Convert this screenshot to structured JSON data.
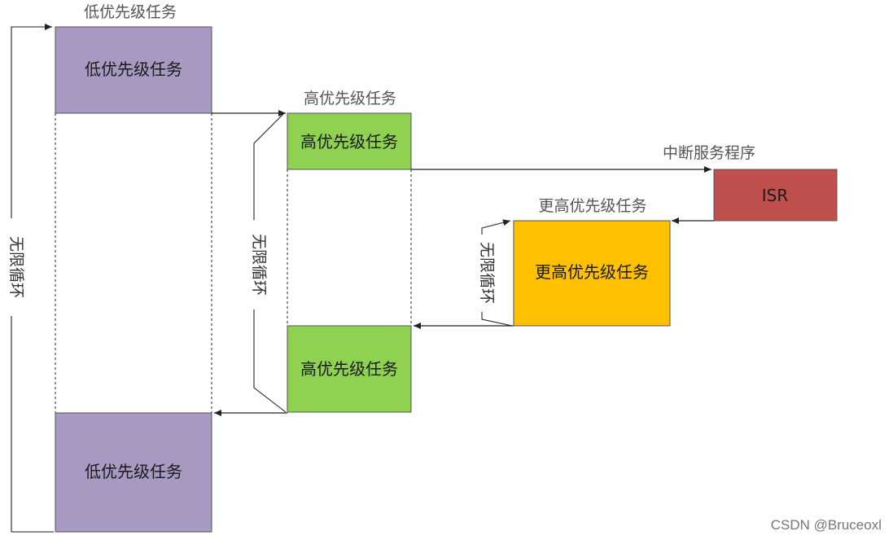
{
  "labels": {
    "low_task_top_caption": "低优先级任务",
    "low_task_top_box": "低优先级任务",
    "high_task_caption": "高优先级任务",
    "high_task_top_box": "高优先级任务",
    "isr_caption": "中断服务程序",
    "isr_box": "ISR",
    "higher_task_caption": "更高优先级任务",
    "higher_task_box": "更高优先级任务",
    "high_task_bottom_box": "高优先级任务",
    "low_task_bottom_box": "低优先级任务",
    "outer_loop": "无限循环",
    "middle_loop": "无限循环",
    "inner_loop": "无限循环"
  },
  "colors": {
    "low_priority": "#a899c2",
    "high_priority": "#8fd150",
    "isr": "#c0504d",
    "higher_priority": "#ffc000",
    "line": "#222222"
  },
  "watermark": "CSDN @Bruceoxl"
}
